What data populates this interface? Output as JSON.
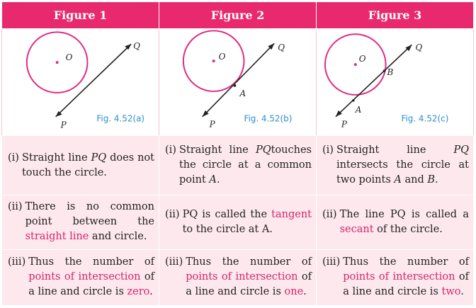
{
  "headers": [
    "Figure 1",
    "Figure 2",
    "Figure 3"
  ],
  "figures": [
    {
      "caption": "Fig. 4.52(a)",
      "label_o": "O",
      "label_p": "P",
      "label_q": "Q"
    },
    {
      "caption": "Fig. 4.52(b)",
      "label_o": "O",
      "label_p": "P",
      "label_q": "Q",
      "label_a": "A"
    },
    {
      "caption": "Fig. 4.52(c)",
      "label_o": "O",
      "label_p": "P",
      "label_q": "Q",
      "label_a": "A",
      "label_b": "B"
    }
  ],
  "rows": [
    [
      {
        "num": "(i)",
        "parts": [
          {
            "t": "Straight line "
          },
          {
            "t": "PQ",
            "style": "ital"
          },
          {
            "t": " does not touch the circle."
          }
        ]
      },
      {
        "num": "(i)",
        "parts": [
          {
            "t": "Straight line "
          },
          {
            "t": "PQ",
            "style": "ital"
          },
          {
            "t": "touches the circle at a common point "
          },
          {
            "t": "A",
            "style": "ital"
          },
          {
            "t": "."
          }
        ]
      },
      {
        "num": "(i)",
        "parts": [
          {
            "t": "Straight line "
          },
          {
            "t": "PQ",
            "style": "ital"
          },
          {
            "t": " intersects the circle at two points "
          },
          {
            "t": "A",
            "style": "ital"
          },
          {
            "t": " and "
          },
          {
            "t": "B",
            "style": "ital"
          },
          {
            "t": "."
          }
        ]
      }
    ],
    [
      {
        "num": "(ii)",
        "parts": [
          {
            "t": "There is no common point between the "
          },
          {
            "t": "straight line",
            "style": "hl"
          },
          {
            "t": " and circle."
          }
        ]
      },
      {
        "num": "(ii)",
        "parts": [
          {
            "t": "PQ is called the "
          },
          {
            "t": "tangent",
            "style": "hl"
          },
          {
            "t": " to the circle at A."
          }
        ]
      },
      {
        "num": "(ii)",
        "parts": [
          {
            "t": "The line PQ is called a "
          },
          {
            "t": "secant",
            "style": "hl"
          },
          {
            "t": " of the circle."
          }
        ]
      }
    ],
    [
      {
        "num": "(iii)",
        "parts": [
          {
            "t": "Thus the number of "
          },
          {
            "t": "points of intersection",
            "style": "hl"
          },
          {
            "t": " of a line and circle is "
          },
          {
            "t": "zero",
            "style": "hl"
          },
          {
            "t": "."
          }
        ]
      },
      {
        "num": "(iii)",
        "parts": [
          {
            "t": "Thus the number of "
          },
          {
            "t": "points of intersection",
            "style": "hl"
          },
          {
            "t": " of a line and circle is "
          },
          {
            "t": "one",
            "style": "hl"
          },
          {
            "t": "."
          }
        ]
      },
      {
        "num": "(iii)",
        "parts": [
          {
            "t": "Thus the number of "
          },
          {
            "t": "points of intersection",
            "style": "hl"
          },
          {
            "t": " of a line and circle is "
          },
          {
            "t": "two",
            "style": "hl"
          },
          {
            "t": "."
          }
        ]
      }
    ]
  ],
  "colors": {
    "header_bg": "#e8296e",
    "row_bg": "#fde8ee",
    "highlight": "#d4246a",
    "circle": "#e02c85",
    "caption": "#2f8fcf"
  }
}
